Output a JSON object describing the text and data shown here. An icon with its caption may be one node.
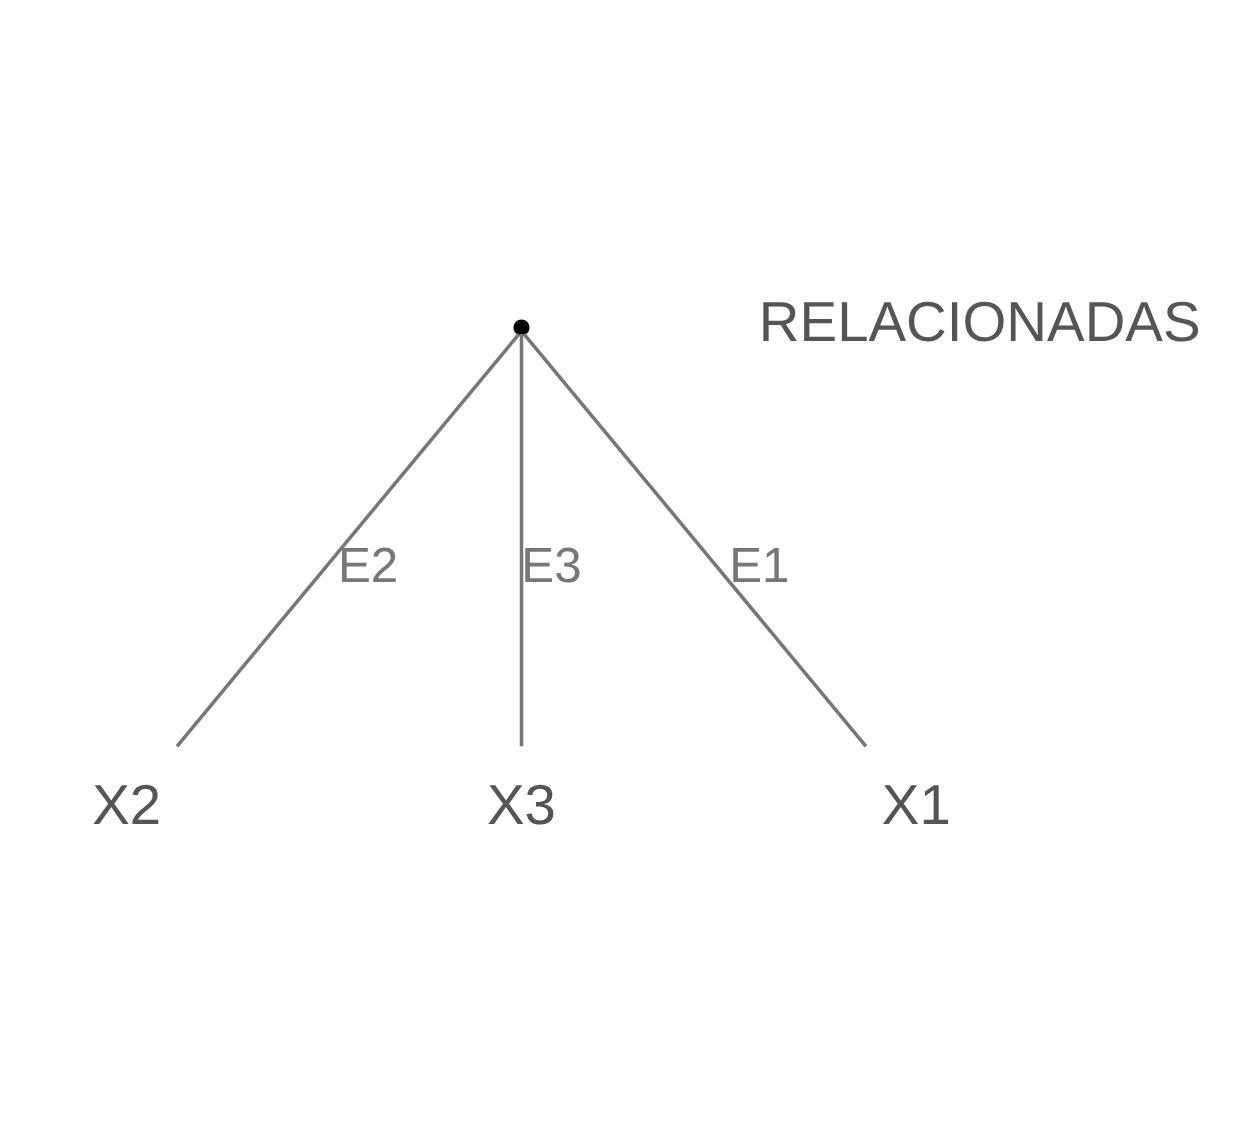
{
  "diagram": {
    "nodes": [
      {
        "text": [
          "X2"
        ]
      },
      {
        "text": [
          "X3"
        ]
      },
      {
        "text": [],
        "shape": "point"
      },
      {
        "text": [
          "X1"
        ]
      }
    ],
    "edges": [
      {
        "from": 2,
        "to": 3,
        "arrow": "none",
        "label": "E1"
      },
      {
        "from": 2,
        "to": 0,
        "arrow": "none",
        "label": "E2"
      },
      {
        "from": 2,
        "to": 1,
        "arrow": "none",
        "label": "E3"
      }
    ],
    "labels": [
      "RELACIONADAS"
    ]
  }
}
